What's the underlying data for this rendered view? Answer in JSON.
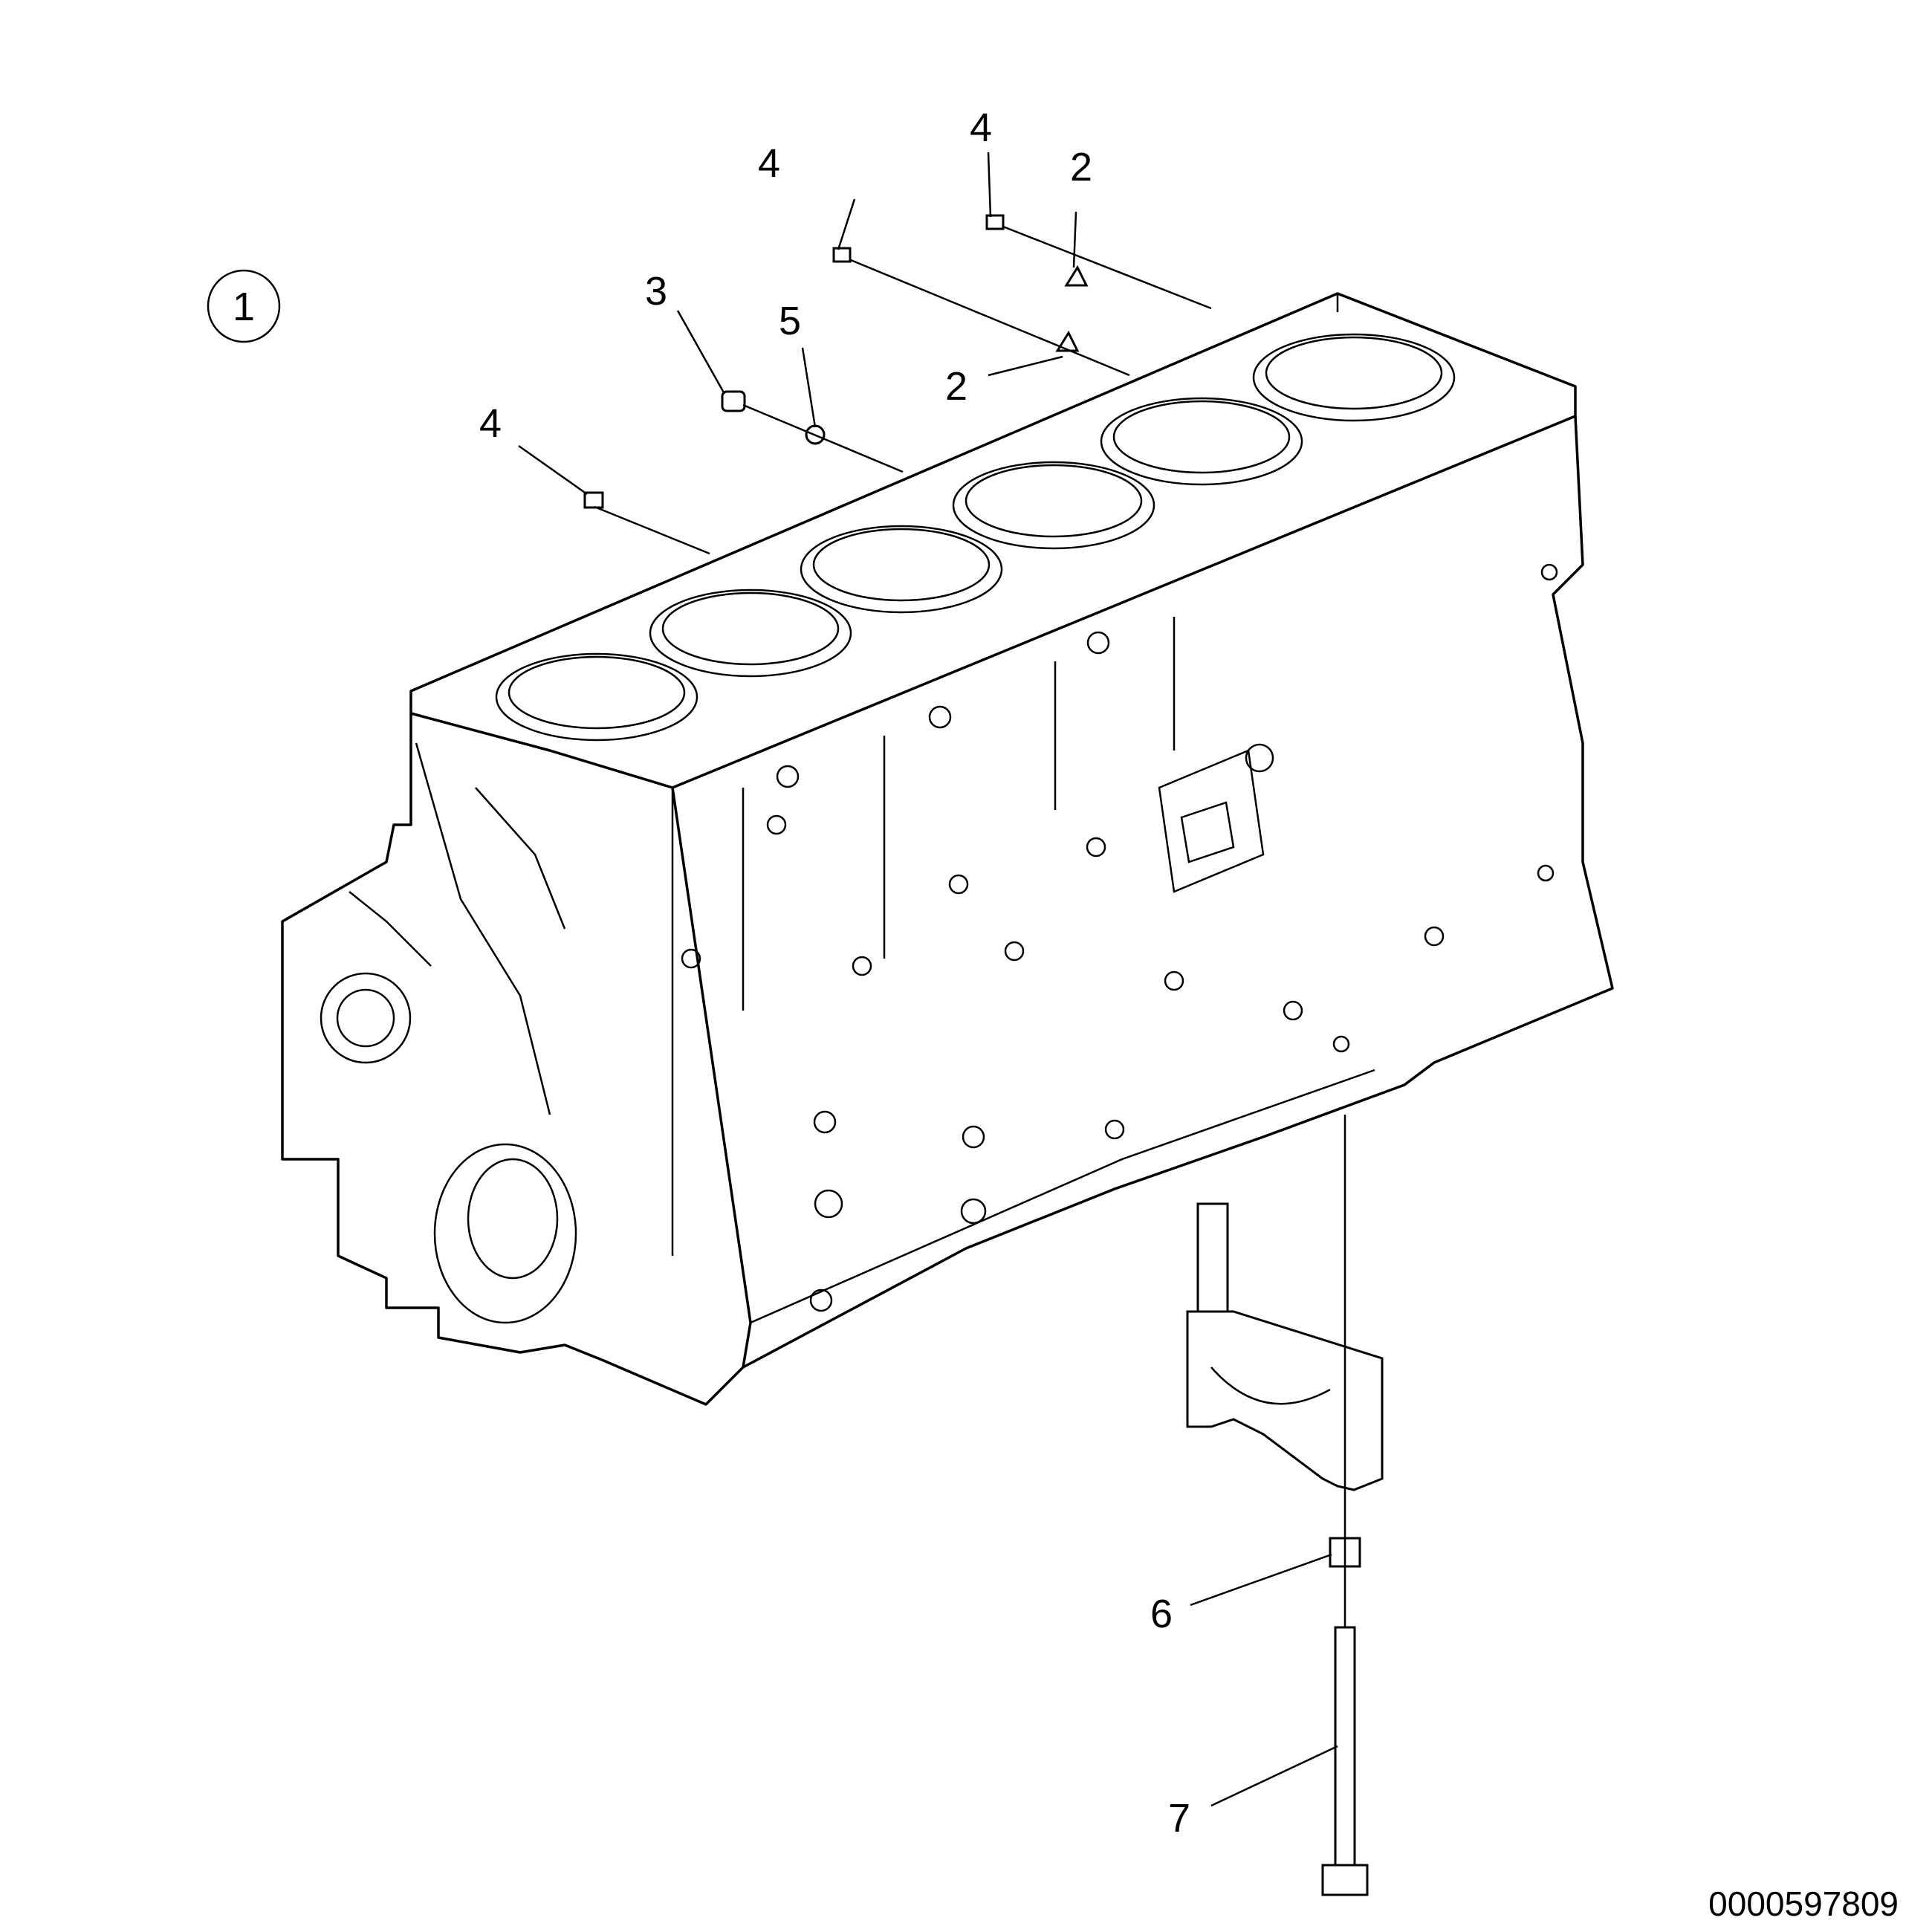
{
  "assembly_marker": "1",
  "callouts": {
    "c4a": "4",
    "c4b": "4",
    "c2a": "2",
    "c3": "3",
    "c5": "5",
    "c2b": "2",
    "c4c": "4",
    "c6": "6",
    "c7": "7"
  },
  "drawing_number": "0000597809"
}
